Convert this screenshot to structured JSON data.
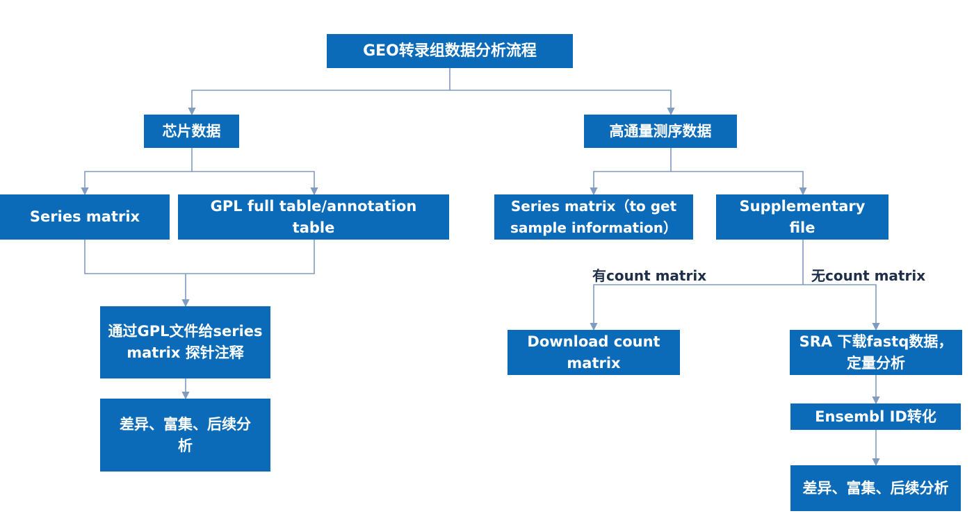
{
  "nodes": {
    "root": "GEO转录组数据分析流程",
    "microarray": "芯片数据",
    "sequencing": "高通量测序数据",
    "series_matrix": "Series matrix",
    "gpl_table": "GPL full table/annotation table",
    "annotate": "通过GPL文件给series matrix 探针注释",
    "diff_left": "差异、富集、后续分析",
    "series_matrix_seq": "Series matrix（to get sample information）",
    "supplementary": "Supplementary file",
    "download_count": "Download count matrix",
    "sra": "SRA 下载fastq数据，定量分析",
    "ensembl": "Ensembl ID转化",
    "diff_right": "差异、富集、后续分析"
  },
  "edge_labels": {
    "has_count": "有count matrix",
    "no_count": "无count matrix"
  },
  "colors": {
    "box_fill": "#0b6bb8",
    "box_text": "#ffffff",
    "connector": "#7f9bbf",
    "label_text": "#1f2f4a"
  }
}
